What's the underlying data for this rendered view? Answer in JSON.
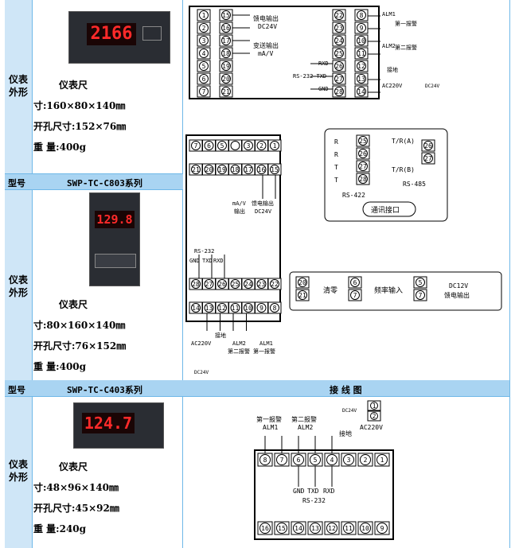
{
  "rows": [
    {
      "label": "仪表外形",
      "display": "2166",
      "specs": [
        "仪表尺",
        "寸:160×80×140㎜",
        "开孔尺寸:152×76㎜",
        "重 量:400g"
      ]
    },
    {
      "label": "仪表外形",
      "display": "129.8",
      "specs": [
        "仪表尺",
        "寸:80×160×140㎜",
        "开孔尺寸:76×152㎜",
        "重 量:400g"
      ]
    },
    {
      "label": "仪表外形",
      "display": "124.7",
      "specs": [
        "仪表尺",
        "寸:48×96×140㎜",
        "开孔尺寸:45×92㎜",
        "重 量:240g"
      ]
    }
  ],
  "headers": [
    {
      "label": "型号",
      "model": "SWP-TC-C803系列"
    },
    {
      "label": "型号",
      "model": "SWP-TC-C403系列",
      "right": "接 线 图"
    }
  ],
  "diagram1": {
    "left_col": [
      "1",
      "2",
      "3",
      "4",
      "5",
      "6",
      "7"
    ],
    "mid_col": [
      "15",
      "16",
      "17",
      "18",
      "19",
      "20",
      "21"
    ],
    "right_a": [
      "22",
      "23",
      "24",
      "25",
      "26",
      "27",
      "28"
    ],
    "right_b": [
      "8",
      "9",
      "10",
      "11",
      "12",
      "13",
      "14"
    ],
    "labels": [
      "馈电输出",
      "DC24V",
      "变送输出",
      "mA/V",
      "RXD",
      "RS-232 TXD",
      "GND",
      "ALM1",
      "第一报警",
      "ALM2",
      "第二报警",
      "接地",
      "AC220V",
      "DC24V"
    ]
  },
  "diagram2": {
    "top": [
      "7",
      "6",
      "5",
      "",
      "3",
      "2",
      "1"
    ],
    "top2": [
      "21",
      "20",
      "19",
      "18",
      "17",
      "16",
      "15"
    ],
    "bottom": [
      "28",
      "27",
      "26",
      "25",
      "24",
      "23",
      "22"
    ],
    "bottom2": [
      "14",
      "13",
      "12",
      "11",
      "10",
      "9",
      "8"
    ],
    "labels": [
      "mA/V",
      "输出",
      "馈电输出",
      "DC24V",
      "RS-232",
      "GND",
      "TXD",
      "RXD",
      "AC220V",
      "接地",
      "ALM2",
      "第二报警",
      "ALM1",
      "第一报警",
      "DC24V"
    ]
  },
  "comm": {
    "rs422_terms": [
      "25",
      "26",
      "27",
      "28"
    ],
    "rs422_marks": [
      "R",
      "R",
      "T",
      "T"
    ],
    "rs422": "RS-422",
    "rs485_terms": [
      "26",
      "27"
    ],
    "rs485_marks": [
      "T/R(A)",
      "T/R(B)"
    ],
    "rs485": "RS-485",
    "title": "通讯接口"
  },
  "func": {
    "clear_terms": [
      "20",
      "21"
    ],
    "clear": "清零",
    "freq_terms": [
      "6",
      "7"
    ],
    "freq": "频率输入",
    "feed_terms": [
      "5",
      "7"
    ],
    "feed": [
      "DC12V",
      "馈电输出"
    ]
  },
  "diagram3": {
    "top": [
      "8",
      "7",
      "6",
      "5",
      "4",
      "3",
      "2",
      "1"
    ],
    "bottom": [
      "16",
      "15",
      "14",
      "13",
      "12",
      "11",
      "10",
      "9"
    ],
    "labels": [
      "第一报警",
      "第二报警",
      "ALM1",
      "ALM2",
      "接地",
      "AC220V",
      "DC24V",
      "GND",
      "TXD",
      "RXD",
      "RS-232"
    ],
    "dc_terms": [
      "1",
      "2"
    ]
  }
}
